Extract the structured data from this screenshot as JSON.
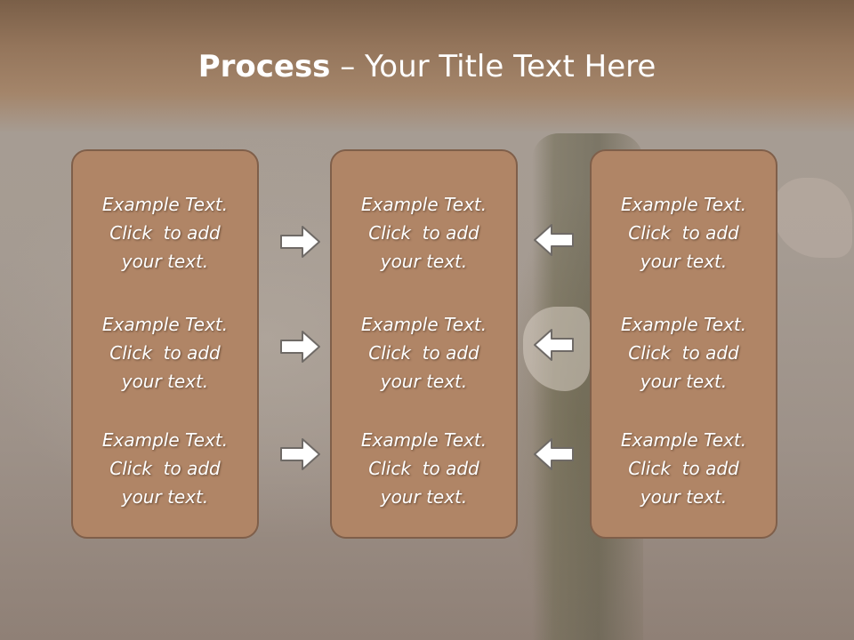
{
  "title": {
    "bold": "Process",
    "rest": " – Your Title Text Here"
  },
  "colors": {
    "box_fill": "#b08566",
    "box_border": "#7f5f4a",
    "header": "#94755b",
    "arrow_fill": "#ffffff",
    "arrow_stroke": "#6f6a66"
  },
  "columns": [
    {
      "items": [
        {
          "line1": "Example Text.",
          "line2": "Click  to add",
          "line3": "your text."
        },
        {
          "line1": "Example Text.",
          "line2": "Click  to add",
          "line3": "your text."
        },
        {
          "line1": "Example Text.",
          "line2": "Click  to add",
          "line3": "your text."
        }
      ]
    },
    {
      "items": [
        {
          "line1": "Example Text.",
          "line2": "Click  to add",
          "line3": "your text."
        },
        {
          "line1": "Example Text.",
          "line2": "Click  to add",
          "line3": "your text."
        },
        {
          "line1": "Example Text.",
          "line2": "Click  to add",
          "line3": "your text."
        }
      ]
    },
    {
      "items": [
        {
          "line1": "Example Text.",
          "line2": "Click  to add",
          "line3": "your text."
        },
        {
          "line1": "Example Text.",
          "line2": "Click  to add",
          "line3": "your text."
        },
        {
          "line1": "Example Text.",
          "line2": "Click  to add",
          "line3": "your text."
        }
      ]
    }
  ],
  "arrows": {
    "left_group": {
      "direction": "right",
      "icon": "arrow-right-icon"
    },
    "right_group": {
      "direction": "left",
      "icon": "arrow-left-icon"
    }
  }
}
